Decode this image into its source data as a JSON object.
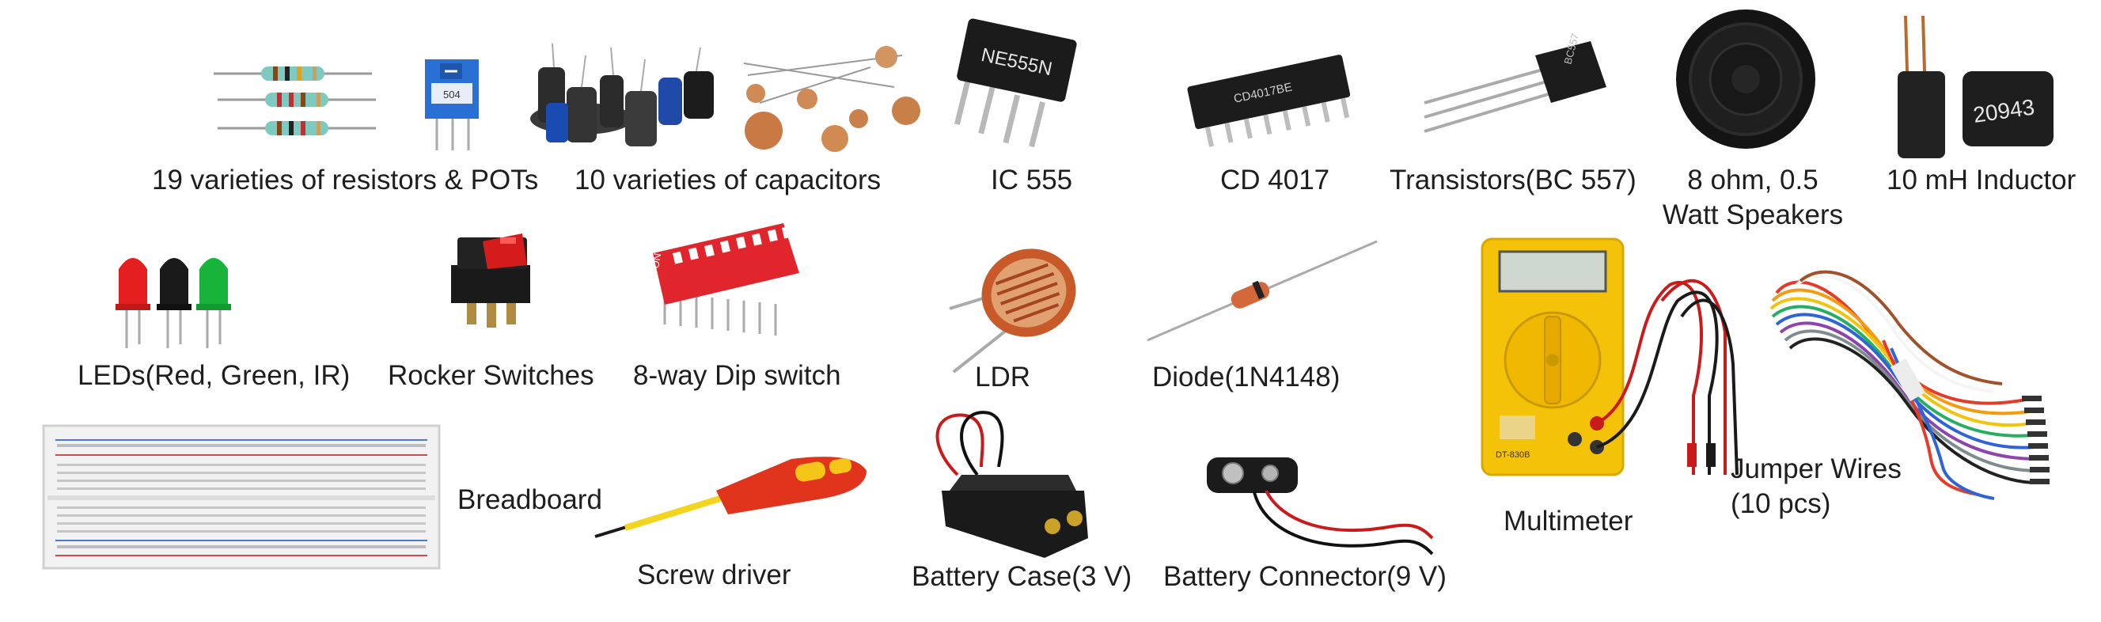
{
  "components": {
    "resistors": "19 varieties of resistors & POTs",
    "capacitors": "10 varieties of capacitors",
    "ic555": "IC 555",
    "cd4017": "CD 4017",
    "transistors": "Transistors(BC 557)",
    "speakers_line1": "8 ohm, 0.5",
    "speakers_line2": "Watt Speakers",
    "inductor": "10 mH Inductor",
    "leds": "LEDs(Red, Green, IR)",
    "rocker": "Rocker Switches",
    "dip": "8-way Dip switch",
    "ldr": "LDR",
    "diode": "Diode(1N4148)",
    "multimeter": "Multimeter",
    "jumper_line1": "Jumper Wires",
    "jumper_line2": "(10 pcs)",
    "breadboard": "Breadboard",
    "screwdriver": "Screw driver",
    "battery_case": "Battery Case(3 V)",
    "battery_connector": "Battery Connector(9 V)"
  },
  "markings": {
    "ic555_chip": "NE555N",
    "cd4017_chip": "CD4017BE",
    "transistor_chip": "BC557",
    "inductor_code": "20943",
    "pot_code": "504",
    "dip_on": "ON",
    "multimeter_model": "DT-830B"
  },
  "colors": {
    "background": "#ffffff",
    "text": "#1e1e1e"
  }
}
